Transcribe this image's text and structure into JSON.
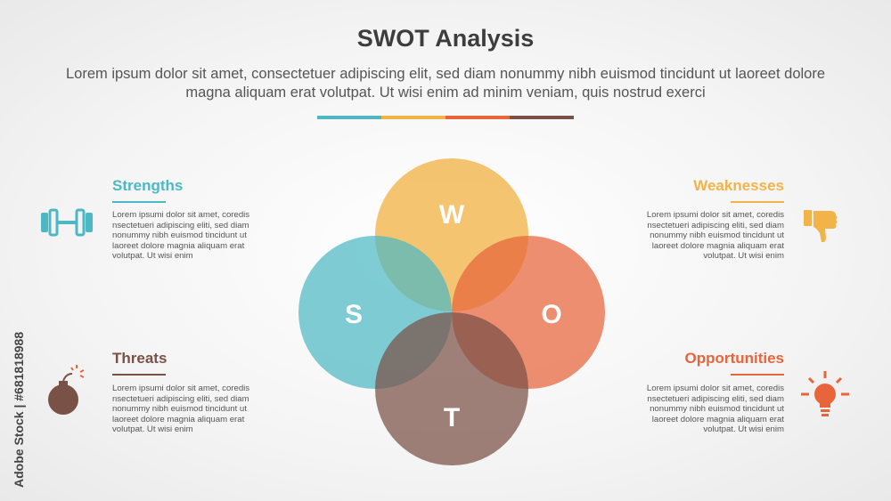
{
  "header": {
    "title": "SWOT Analysis",
    "subtitle": "Lorem ipsum dolor sit amet, consectetuer adipiscing elit, sed diam nonummy nibh euismod tincidunt ut laoreet dolore magna aliquam erat volutpat. Ut wisi enim ad minim veniam, quis nostrud exerci"
  },
  "colors": {
    "strengths": "#4db8c4",
    "weaknesses": "#f2b449",
    "opportunities": "#e8643a",
    "threats": "#7a5146"
  },
  "sections": {
    "strengths": {
      "title": "Strengths",
      "body": "Lorem ipsumi dolor sit amet, coredis nsectetueri adipiscing eliti, sed diam nonummy nibh euismod tincidunt ut laoreet dolore magnia aliquam erat volutpat. Ut wisi enim",
      "icon": "dumbbell-icon"
    },
    "weaknesses": {
      "title": "Weaknesses",
      "body": "Lorem ipsumi dolor sit amet, coredis nsectetueri adipiscing eliti, sed diam nonummy nibh euismod tincidunt ut laoreet dolore magnia aliquam erat volutpat. Ut wisi enim",
      "icon": "thumbs-down-icon"
    },
    "threats": {
      "title": "Threats",
      "body": "Lorem ipsumi dolor sit amet, coredis nsectetueri adipiscing eliti, sed diam nonummy nibh euismod tincidunt ut laoreet dolore magnia aliquam erat volutpat. Ut wisi enim",
      "icon": "bomb-icon"
    },
    "opportunities": {
      "title": "Opportunities",
      "body": "Lorem ipsumi dolor sit amet, coredis nsectetueri adipiscing eliti, sed diam nonummy nibh euismod tincidunt ut laoreet dolore magnia aliquam erat volutpat. Ut wisi enim",
      "icon": "lightbulb-icon"
    }
  },
  "venn": {
    "letters": {
      "w": "W",
      "s": "S",
      "o": "O",
      "t": "T"
    }
  },
  "watermark": "Adobe Stock | #681818988"
}
